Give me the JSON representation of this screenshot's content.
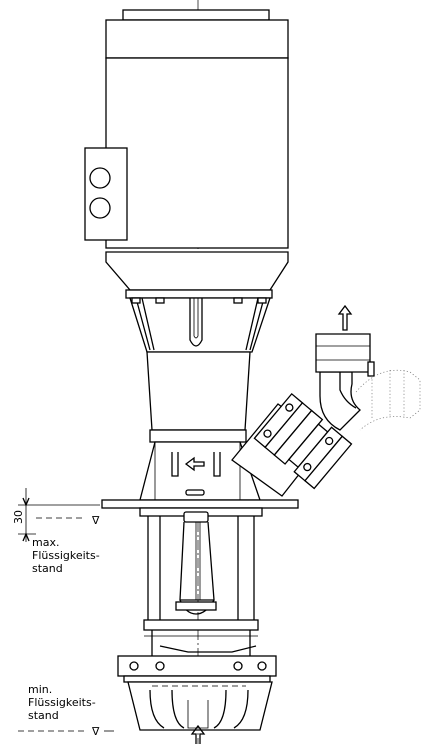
{
  "drawing": {
    "dimension_value": "30",
    "max_label": [
      "max.",
      "Flüssigkeits-",
      "stand"
    ],
    "min_label": [
      "min.",
      "Flüssigkeits-",
      "stand"
    ],
    "level_symbol": "∇"
  }
}
